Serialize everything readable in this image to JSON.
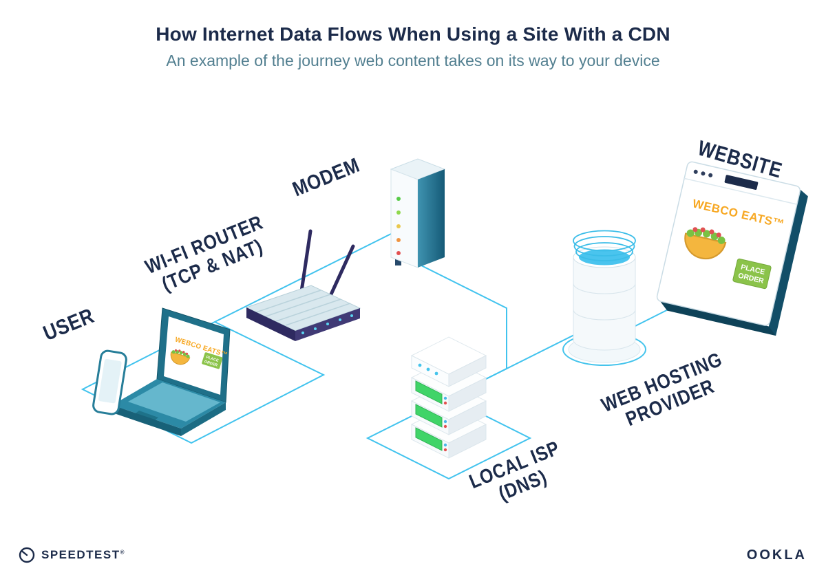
{
  "header": {
    "title": "How Internet Data Flows When Using a Site With a CDN",
    "subtitle": "An example of the journey web content takes on its way to your device"
  },
  "labels": {
    "user": {
      "line1": "USER"
    },
    "wifi_router": {
      "line1": "WI-FI ROUTER",
      "line2": "(TCP & NAT)"
    },
    "modem": {
      "line1": "MODEM"
    },
    "local_isp": {
      "line1": "LOCAL ISP",
      "line2": "(DNS)"
    },
    "web_hosting": {
      "line1": "WEB HOSTING",
      "line2": "PROVIDER"
    },
    "website": {
      "line1": "WEBSITE"
    }
  },
  "webco": {
    "brand": "WEBCO EATS™",
    "order_line1": "PLACE",
    "order_line2": "ORDER"
  },
  "footer": {
    "speedtest": "SPEEDTEST",
    "speedtest_mark": "®",
    "ookla": "OOKLA"
  },
  "colors": {
    "line_cyan": "#41c3ee",
    "navy": "#1c2b4a",
    "teal": "#2c8aa6",
    "accent_orange": "#f7a823",
    "button_green": "#8bc34a"
  }
}
